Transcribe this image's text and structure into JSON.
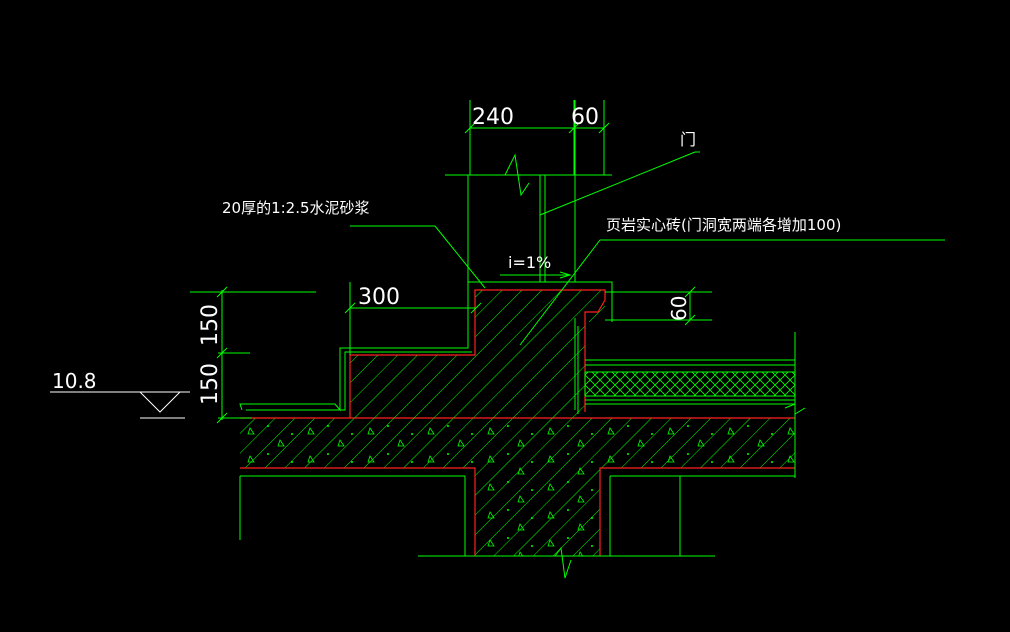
{
  "drawing": {
    "background": "#000000",
    "line_color": "#00ff00",
    "outline_color": "#ff2020",
    "text_color": "#ffffff"
  },
  "dimensions": {
    "wall_width": "240",
    "door_offset": "60",
    "step_width": "300",
    "step_height_upper": "150",
    "step_height_lower": "150",
    "sill_height": "60"
  },
  "elevation": {
    "value": "10.8"
  },
  "annotations": {
    "mortar": "20厚的1:2.5水泥砂浆",
    "shale_brick": "页岩实心砖(门洞宽两端各增加100)",
    "door": "门",
    "slope": "i=1%"
  }
}
